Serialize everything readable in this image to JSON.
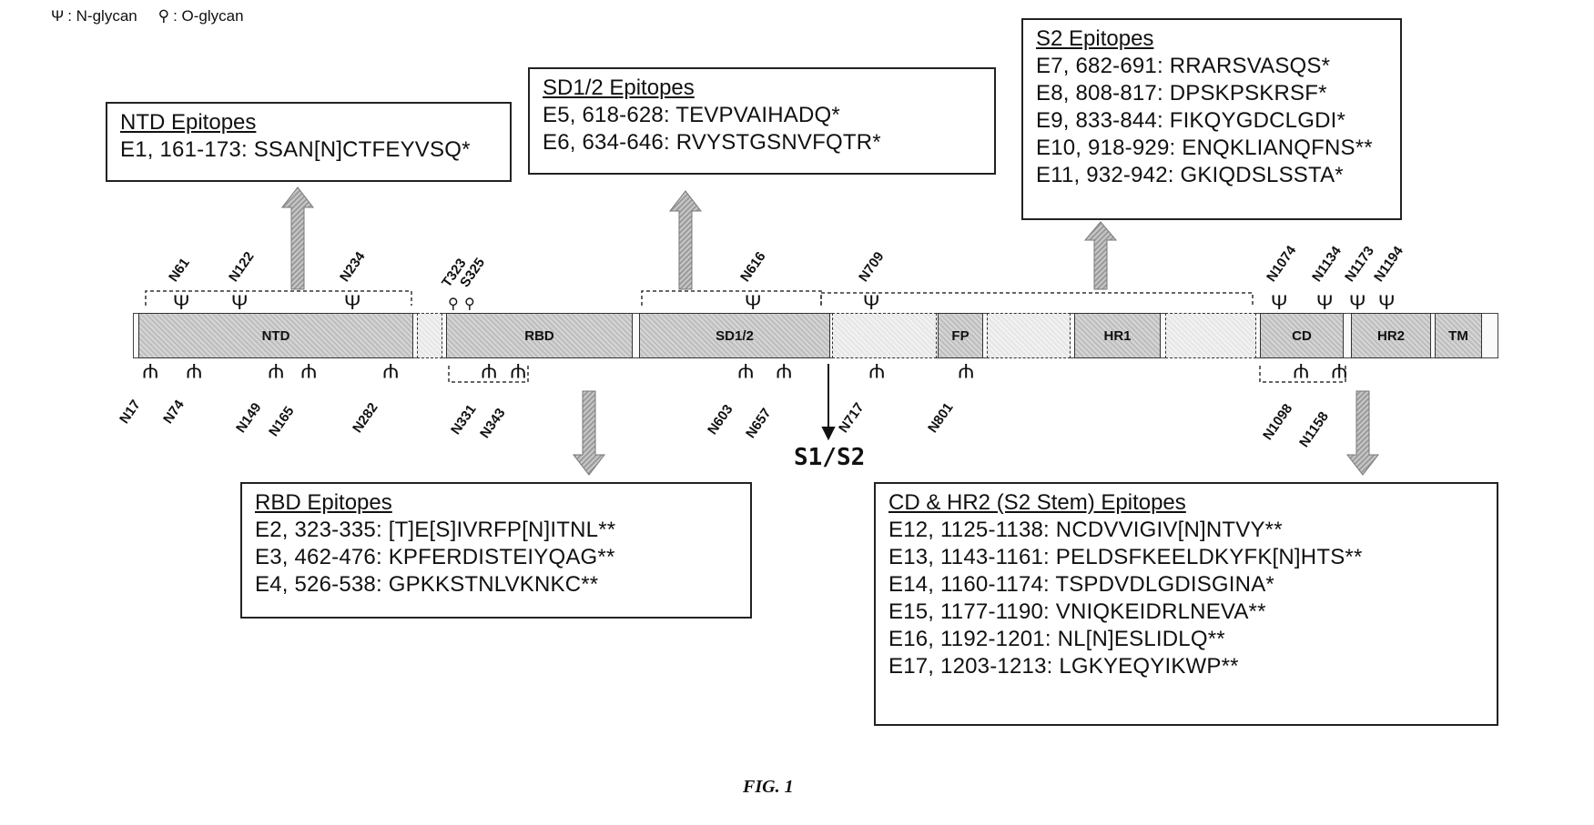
{
  "legend": {
    "n_symbol": "Ψ",
    "n_label": ": N-glycan",
    "o_symbol": "⚲",
    "o_label": ": O-glycan"
  },
  "domains": {
    "ntd": "NTD",
    "rbd": "RBD",
    "sd12": "SD1/2",
    "fp": "FP",
    "hr1": "HR1",
    "cd": "CD",
    "hr2": "HR2",
    "tm": "TM"
  },
  "top_sites": [
    "N61",
    "N122",
    "N234",
    "T323",
    "S325",
    "N616",
    "N709",
    "N1074",
    "N1134",
    "N1173",
    "N1194"
  ],
  "bottom_sites": [
    "N17",
    "N74",
    "N149",
    "N165",
    "N282",
    "N331",
    "N343",
    "N603",
    "N657",
    "N717",
    "N801",
    "N1098",
    "N1158"
  ],
  "cleavage_label": "S1/S2",
  "boxes": {
    "ntd": {
      "title": "NTD Epitopes",
      "lines": [
        "E1, 161-173: SSAN[N]CTFEYVSQ*"
      ]
    },
    "sd12": {
      "title": "SD1/2 Epitopes",
      "lines": [
        "E5, 618-628: TEVPVAIHADQ*",
        "E6, 634-646: RVYSTGSNVFQTR*"
      ]
    },
    "s2": {
      "title": "S2 Epitopes",
      "lines": [
        "E7, 682-691: RRARSVASQS*",
        "E8, 808-817: DPSKPSKRSF*",
        "E9, 833-844: FIKQYGDCLGDI*",
        "E10, 918-929: ENQKLIANQFNS**",
        "E11, 932-942: GKIQDSLSSTA*"
      ]
    },
    "rbd": {
      "title": "RBD Epitopes",
      "lines": [
        "E2, 323-335: [T]E[S]IVRFP[N]ITNL**",
        "E3, 462-476: KPFERDISTEIYQAG**",
        "E4, 526-538: GPKKSTNLVKNKC**"
      ]
    },
    "stem": {
      "title": "CD & HR2 (S2 Stem) Epitopes",
      "lines": [
        "E12, 1125-1138: NCDVVIGIV[N]NTVY**",
        "E13, 1143-1161: PELDSFKEELDKYFK[N]HTS**",
        "E14, 1160-1174: TSPDVDLGDISGINA*",
        "E15, 1177-1190: VNIQKEIDRLNEVA**",
        "E16, 1192-1201: NL[N]ESLIDLQ**",
        "E17, 1203-1213: LGKYEQYIKWP**"
      ]
    }
  },
  "figure_label": "FIG. 1"
}
